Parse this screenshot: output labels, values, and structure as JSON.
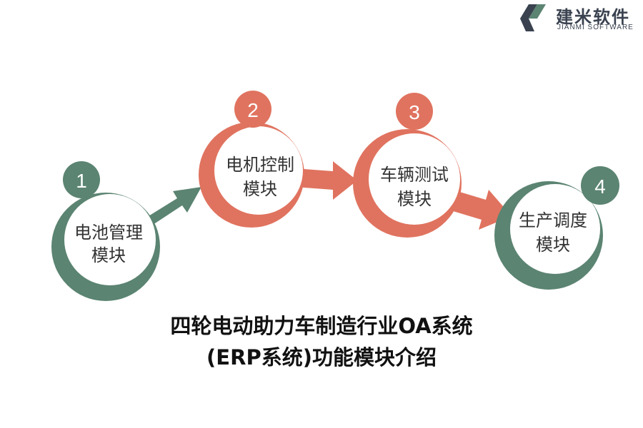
{
  "logo": {
    "name_cn": "建米软件",
    "name_en": "JIANMI SOFTWARE"
  },
  "title": {
    "line1": "四轮电动助力车制造行业OA系统",
    "line2": "(ERP系统)功能模块介绍"
  },
  "colors": {
    "green": "#5b8472",
    "salmon": "#e0735f",
    "text": "#333333"
  },
  "steps": [
    {
      "number": "1",
      "line1": "电池管理",
      "line2": "模块",
      "color": "green"
    },
    {
      "number": "2",
      "line1": "电机控制",
      "line2": "模块",
      "color": "salmon"
    },
    {
      "number": "3",
      "line1": "车辆测试",
      "line2": "模块",
      "color": "salmon"
    },
    {
      "number": "4",
      "line1": "生产调度",
      "line2": "模块",
      "color": "green"
    }
  ]
}
